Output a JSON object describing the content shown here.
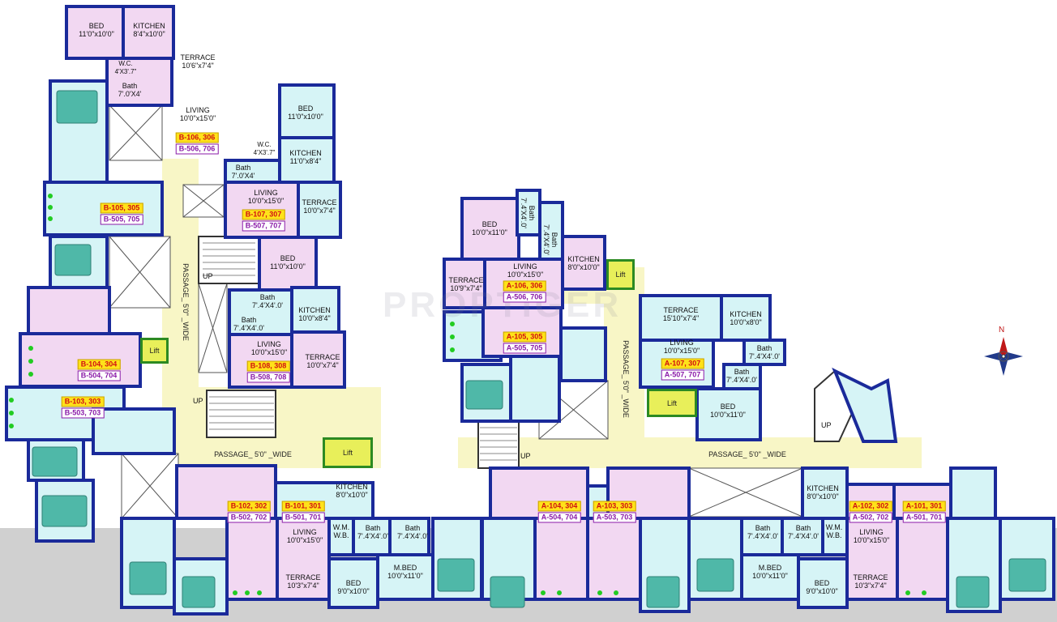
{
  "watermark": "PROPTIGER",
  "compass": {
    "north_label": "N"
  },
  "colors": {
    "wall": "#1a2a9a",
    "pink_room": "#f2d8f2",
    "cyan_room": "#d6f4f6",
    "passage": "#f8f6c6",
    "lift": "#e8ef5a",
    "badge_top": "#ffe21a",
    "badge_bottom_text": "#8a1aa8",
    "ground": "#d0d0d0"
  },
  "rooms": [
    {
      "name": "BED",
      "size": "11'0\"x10'0\""
    },
    {
      "name": "KITCHEN",
      "size": "8'4\"x10'0\""
    },
    {
      "name": "TERRACE",
      "size": "10'6\"x7'4\""
    },
    {
      "name": "W.C.",
      "size": "4'X3'.7\""
    },
    {
      "name": "Bath",
      "size": "7'.0'X4'"
    },
    {
      "name": "LIVING",
      "size": "10'0\"x15'0\""
    },
    {
      "name": "BED",
      "size": "11'0\"x10'0\""
    },
    {
      "name": "W.C.",
      "size": "4'X3'.7\""
    },
    {
      "name": "KITCHEN",
      "size": "11'0\"x8'4\""
    },
    {
      "name": "Bath",
      "size": "7'.0'X4'"
    },
    {
      "name": "LIVING",
      "size": "10'0\"x15'0\""
    },
    {
      "name": "TERRACE",
      "size": "10'0\"x7'4\""
    },
    {
      "name": "BED",
      "size": "11'0\"x10'0\""
    },
    {
      "name": "Bath",
      "size": "7'.4'X4'.0'"
    },
    {
      "name": "KITCHEN",
      "size": "10'0\"x8'4\""
    },
    {
      "name": "Bath",
      "size": "7'.4'X4'.0'"
    },
    {
      "name": "LIVING",
      "size": "10'0\"x15'0\""
    },
    {
      "name": "TERRACE",
      "size": "10'0\"x7'4\""
    },
    {
      "name": "KITCHEN",
      "size": "8'0\"x10'0\""
    },
    {
      "name": "LIVING",
      "size": "10'0\"x15'0\""
    },
    {
      "name": "W.M.",
      "size": "W.B."
    },
    {
      "name": "Bath",
      "size": "7'.4'X4'.0'"
    },
    {
      "name": "Bath",
      "size": "7'.4'X4'.0'"
    },
    {
      "name": "TERRACE",
      "size": "10'3\"x7'4\""
    },
    {
      "name": "BED",
      "size": "9'0\"x10'0\""
    },
    {
      "name": "M.BED",
      "size": "10'0\"x11'0\""
    },
    {
      "name": "BED",
      "size": "10'0\"x11'0\""
    },
    {
      "name": "Bath",
      "size": "7'.4'X4'.0'"
    },
    {
      "name": "Bath",
      "size": "7'.4'X4'.0'"
    },
    {
      "name": "KITCHEN",
      "size": "8'0\"x10'0\""
    },
    {
      "name": "LIVING",
      "size": "10'0\"x15'0\""
    },
    {
      "name": "TERRACE",
      "size": "10'9\"x7'4\""
    },
    {
      "name": "TERRACE",
      "size": "15'10\"x7'4\""
    },
    {
      "name": "KITCHEN",
      "size": "10'0\"x8'0\""
    },
    {
      "name": "LIVING",
      "size": "10'0\"x15'0\""
    },
    {
      "name": "Bath",
      "size": "7'.4'X4'.0'"
    },
    {
      "name": "Bath",
      "size": "7'.4'X4'.0'"
    },
    {
      "name": "BED",
      "size": "10'0\"x11'0\""
    },
    {
      "name": "KITCHEN",
      "size": "8'0\"x10'0\""
    },
    {
      "name": "LIVING",
      "size": "10'0\"x15'0\""
    },
    {
      "name": "Bath",
      "size": "7'.4'X4'.0'"
    },
    {
      "name": "Bath",
      "size": "7'.4'X4'.0'"
    },
    {
      "name": "W.M.",
      "size": "W.B."
    },
    {
      "name": "M.BED",
      "size": "10'0\"x11'0\""
    },
    {
      "name": "BED",
      "size": "9'0\"x10'0\""
    },
    {
      "name": "TERRACE",
      "size": "10'3\"x7'4\""
    }
  ],
  "units": [
    {
      "top": "B-106, 306",
      "bottom": "B-506, 706"
    },
    {
      "top": "B-107, 307",
      "bottom": "B-507, 707"
    },
    {
      "top": "B-105, 305",
      "bottom": "B-505, 705"
    },
    {
      "top": "B-108, 308",
      "bottom": "B-508, 708"
    },
    {
      "top": "B-104, 304",
      "bottom": "B-504, 704"
    },
    {
      "top": "B-103, 303",
      "bottom": "B-503, 703"
    },
    {
      "top": "B-102, 302",
      "bottom": "B-502, 702"
    },
    {
      "top": "B-101, 301",
      "bottom": "B-501, 701"
    },
    {
      "top": "A-106, 306",
      "bottom": "A-506, 706"
    },
    {
      "top": "A-105, 305",
      "bottom": "A-505, 705"
    },
    {
      "top": "A-107, 307",
      "bottom": "A-507, 707"
    },
    {
      "top": "A-104, 304",
      "bottom": "A-504, 704"
    },
    {
      "top": "A-103, 303",
      "bottom": "A-503, 703"
    },
    {
      "top": "A-102, 302",
      "bottom": "A-502, 702"
    },
    {
      "top": "A-101, 301",
      "bottom": "A-501, 701"
    }
  ],
  "passages": [
    "PASSAGE_ 5'0\" _WIDE",
    "PASSAGE_ 5'0\" _WIDE",
    "PASSAGE_ 5'0\" _WIDE",
    "PASSAGE_ 5'0\" _WIDE"
  ],
  "lifts": [
    "Lift",
    "Lift",
    "Lift",
    "Lift"
  ],
  "stairs": [
    "UP",
    "UP",
    "UP",
    "UP"
  ]
}
